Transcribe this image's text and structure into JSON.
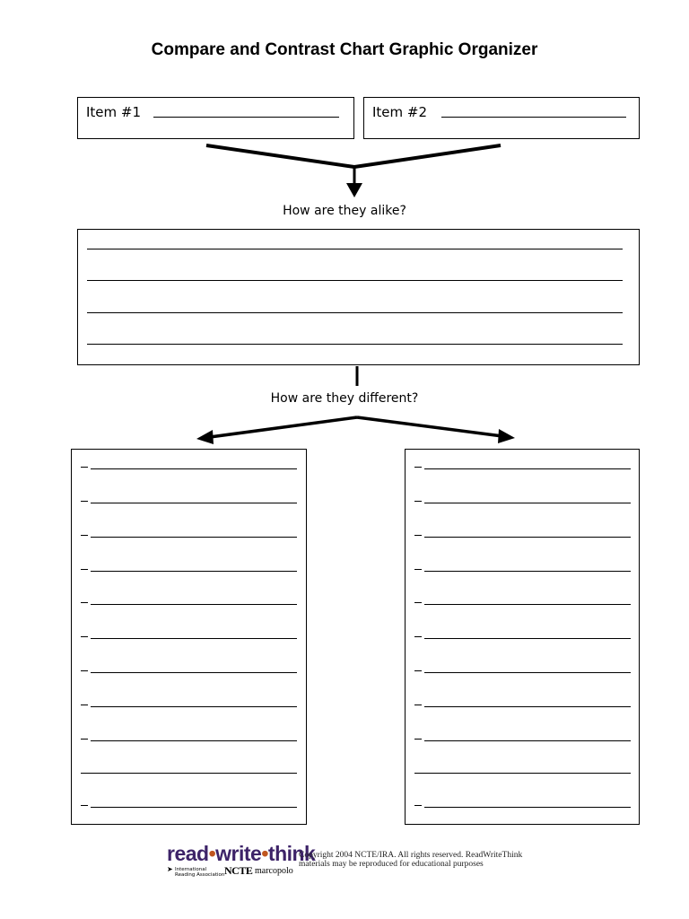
{
  "title": "Compare and Contrast Chart Graphic Organizer",
  "items": [
    {
      "label": "Item #1"
    },
    {
      "label": "Item #2"
    }
  ],
  "alike": {
    "question": "How are they alike?"
  },
  "different": {
    "question": "How are they different?"
  },
  "footer": {
    "logo": {
      "read": "read",
      "write": "write",
      "think": "think",
      "ira_line1": "International",
      "ira_line2": "Reading Association",
      "ncte": "NCTE",
      "marcopolo": "marcopolo"
    },
    "copyright_line1": "Copyright 2004 NCTE/IRA. All rights reserved.  ReadWriteThink",
    "copyright_line2": "materials may be reproduced for educational purposes"
  }
}
